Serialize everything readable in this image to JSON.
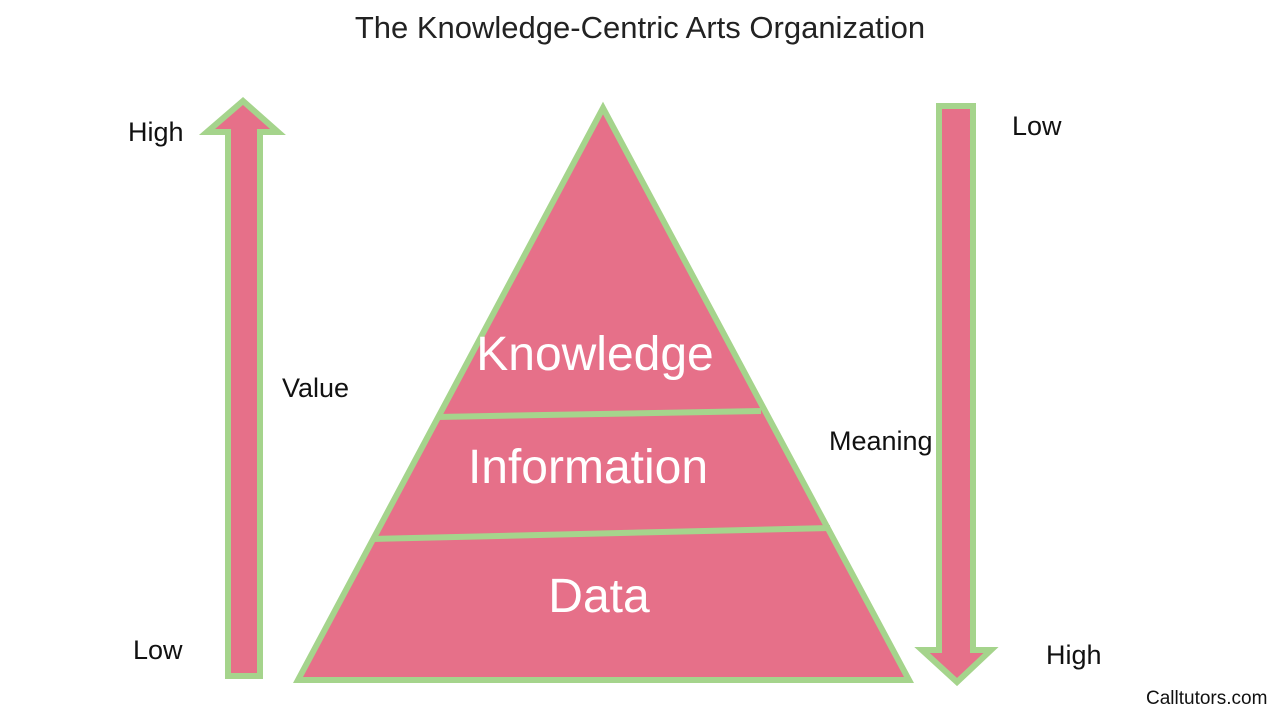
{
  "title": "The Knowledge-Centric Arts Organization",
  "colors": {
    "fill": "#E67089",
    "stroke": "#A5D48C",
    "text_on_fill": "#FFFFFF",
    "text": "#111111"
  },
  "pyramid": {
    "levels": [
      {
        "label": "Knowledge"
      },
      {
        "label": "Information"
      },
      {
        "label": "Data"
      }
    ]
  },
  "value_axis": {
    "label": "Value",
    "top_label": "High",
    "bottom_label": "Low",
    "direction": "up"
  },
  "meaning_axis": {
    "label": "Meaning",
    "top_label": "Low",
    "bottom_label": "High",
    "direction": "down"
  },
  "watermark": "Calltutors.com"
}
